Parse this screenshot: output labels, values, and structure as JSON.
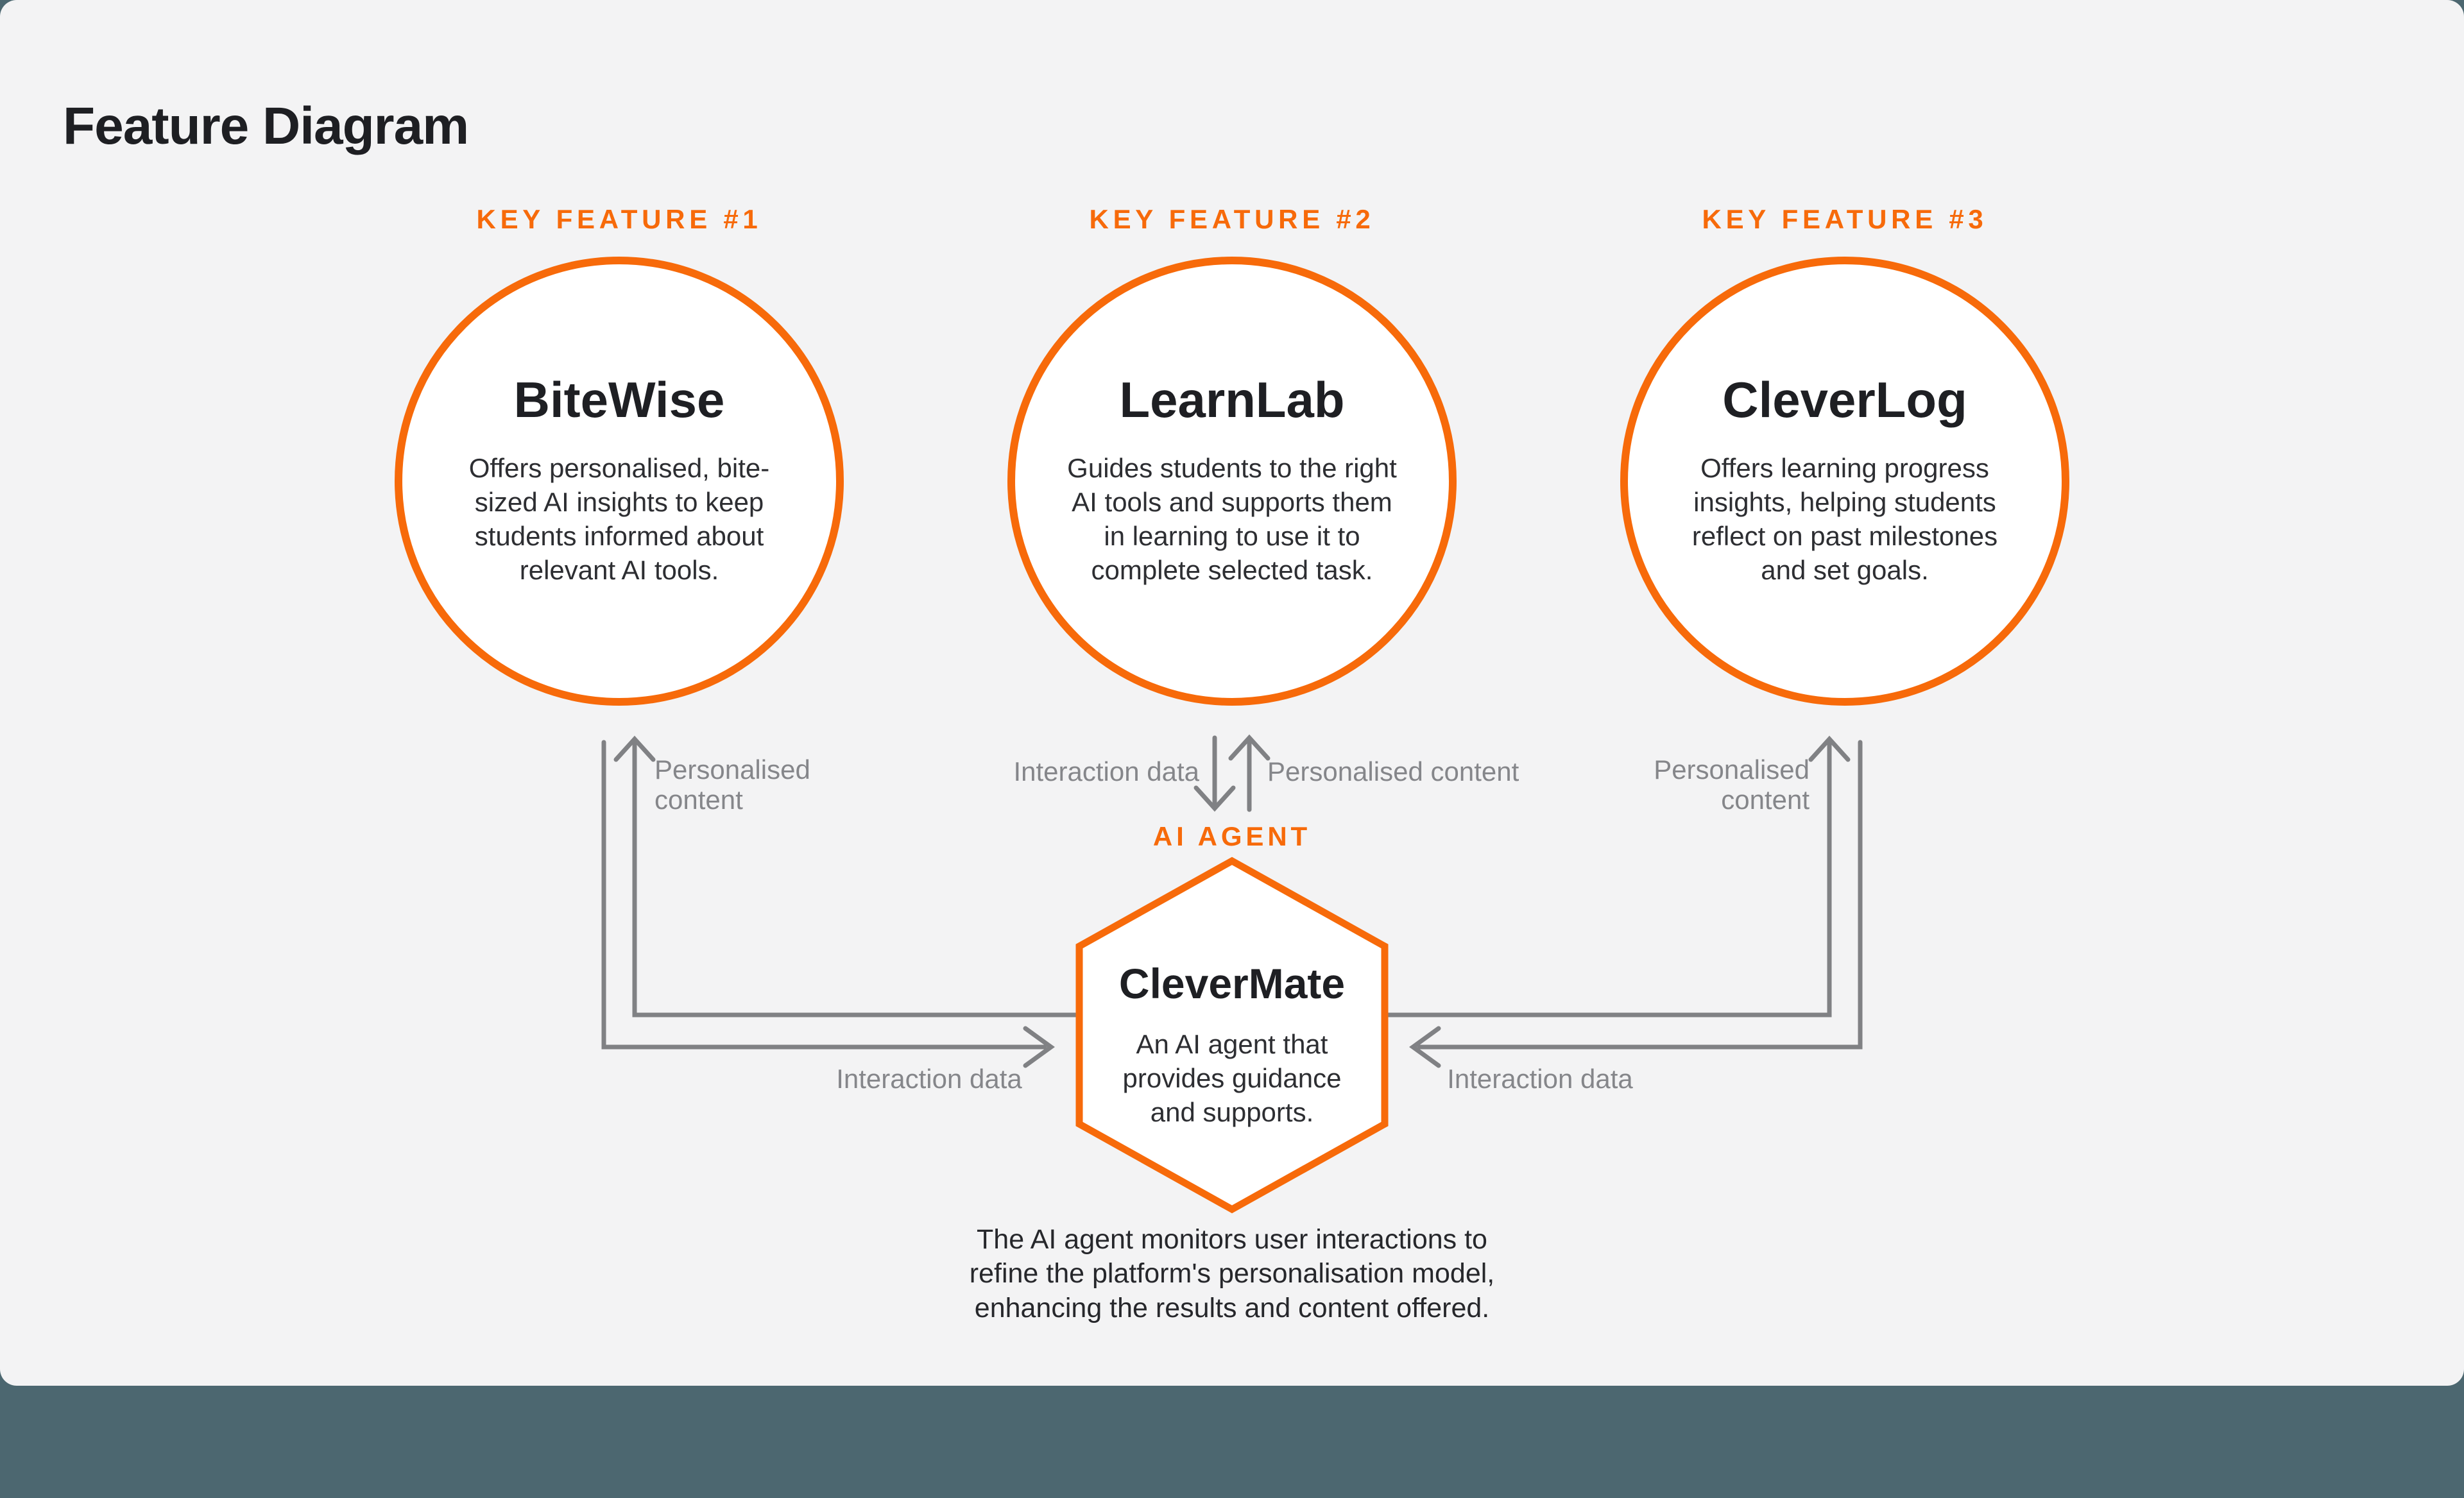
{
  "title": "Feature Diagram",
  "colors": {
    "accent_orange": "#F76A0A",
    "panel_background": "#F3F3F4",
    "page_background": "#4C6770",
    "connector_gray": "#808184",
    "label_gray": "#85868A",
    "text_dark": "#1E1F23"
  },
  "features": [
    {
      "tag": "KEY FEATURE #1",
      "name": "BiteWise",
      "description": "Offers personalised, bite-\nsized AI insights to keep\nstudents informed about\nrelevant AI tools."
    },
    {
      "tag": "KEY FEATURE #2",
      "name": "LearnLab",
      "description": "Guides students to the right\nAI tools and supports them\nin learning to use it to\ncomplete selected task."
    },
    {
      "tag": "KEY FEATURE #3",
      "name": "CleverLog",
      "description": "Offers learning progress\ninsights, helping students\nreflect on past milestones\nand set goals."
    }
  ],
  "agent": {
    "tag": "AI AGENT",
    "name": "CleverMate",
    "description": "An AI agent that\nprovides guidance\nand supports.",
    "note": "The AI agent monitors user interactions to\nrefine the platform's personalisation model,\nenhancing the results and content offered."
  },
  "flow_labels": {
    "left_up": "Personalised\ncontent",
    "left_down": "Interaction data",
    "middle_down": "Interaction data",
    "middle_up": "Personalised content",
    "right_up": "Personalised\ncontent",
    "right_down": "Interaction data"
  }
}
